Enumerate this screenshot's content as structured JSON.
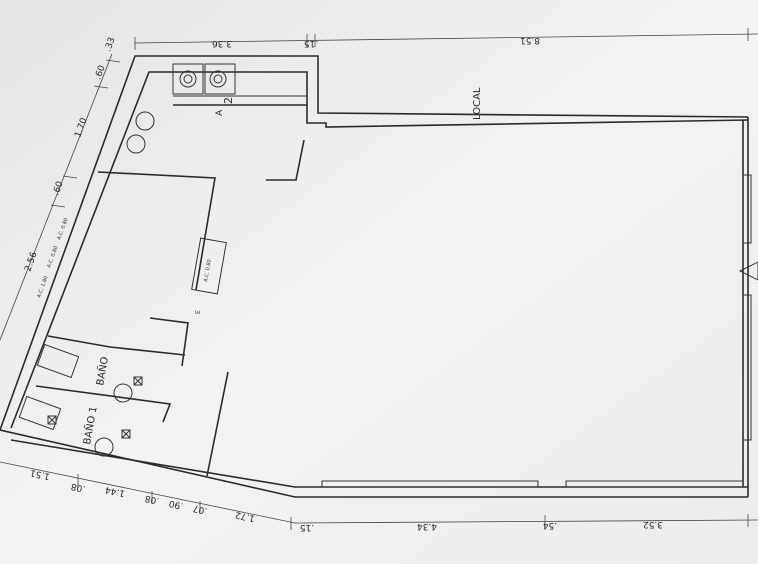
{
  "plan": {
    "top_dimensions": [
      "3.36",
      ".15",
      "8.51"
    ],
    "left_dimensions": [
      ".33",
      ".60",
      "1.70",
      ".60",
      "2.56"
    ],
    "bottom_dimensions": [
      "1.51",
      ".08",
      "1.44",
      ".08",
      ".90",
      ".07",
      "1.72",
      ".15",
      "4.34",
      ".54",
      "3.52"
    ],
    "room_labels": {
      "bath_1": "BAÑO 1",
      "bath_2": "BAÑO",
      "main_space": "LOCAL",
      "kitchen_tag": "2",
      "kitchen_letter": "A"
    },
    "small_text": {
      "cabinet_1": "A.C. 1.80",
      "cabinet_2": "A.C. 0.80",
      "cabinet_3": "A.C. 0.80",
      "counter": "A.C. 0.80",
      "box": "E"
    }
  }
}
